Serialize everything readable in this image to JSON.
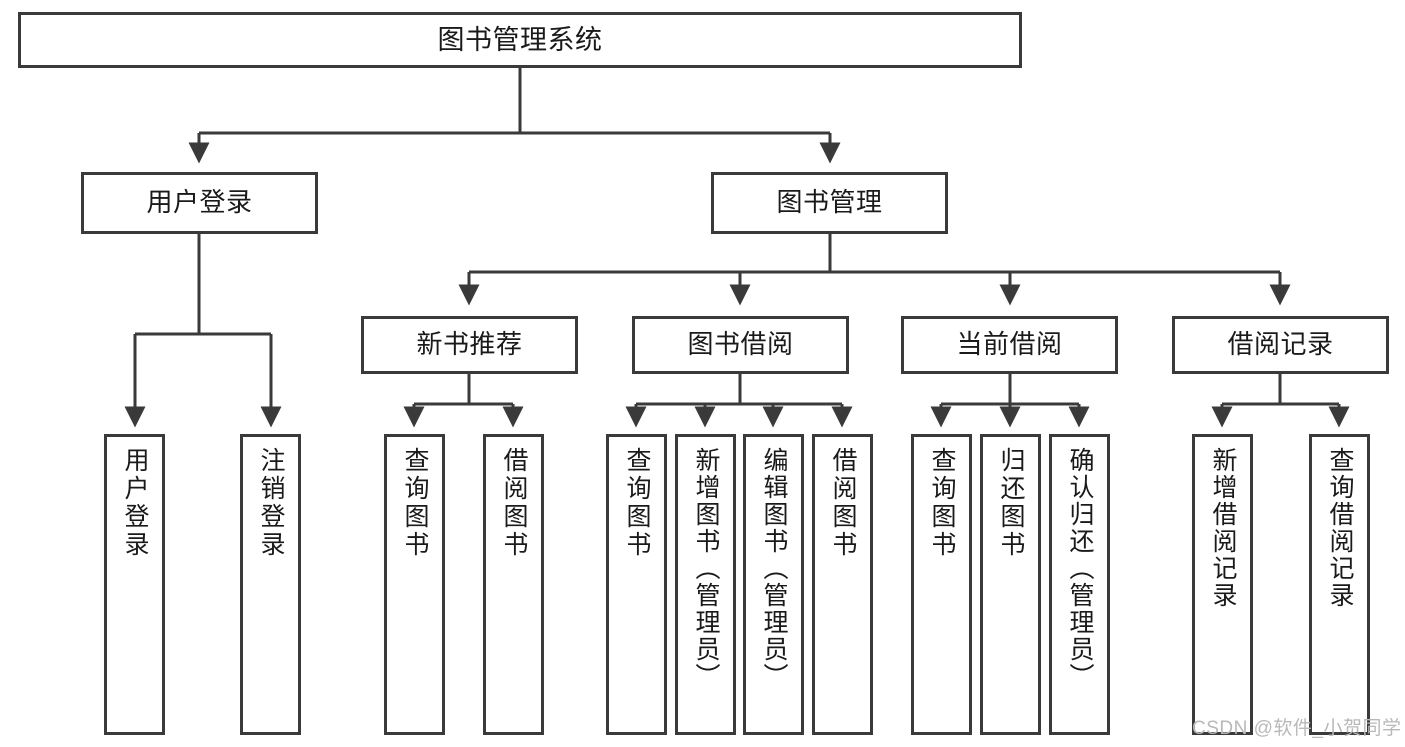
{
  "diagram": {
    "type": "tree-hierarchy",
    "title": "图书管理系统",
    "stroke_color": "#3a3a3a",
    "background_color": "#ffffff",
    "text_color": "#1a1a1a",
    "levels": [
      {
        "level": 1,
        "nodes": [
          {
            "id": "root",
            "label": "图书管理系统"
          }
        ]
      },
      {
        "level": 2,
        "nodes": [
          {
            "id": "l2a",
            "label": "用户登录",
            "parent": "root"
          },
          {
            "id": "l2b",
            "label": "图书管理",
            "parent": "root"
          }
        ]
      },
      {
        "level": 3,
        "nodes": [
          {
            "id": "l3a",
            "label": "新书推荐",
            "parent": "l2b"
          },
          {
            "id": "l3b",
            "label": "图书借阅",
            "parent": "l2b"
          },
          {
            "id": "l3c",
            "label": "当前借阅",
            "parent": "l2b"
          },
          {
            "id": "l3d",
            "label": "借阅记录",
            "parent": "l2b"
          }
        ]
      },
      {
        "level": 4,
        "nodes": [
          {
            "id": "n1",
            "label": "用户登录",
            "parent": "l2a"
          },
          {
            "id": "n2",
            "label": "注销登录",
            "parent": "l2a"
          },
          {
            "id": "n3",
            "label": "查询图书",
            "parent": "l3a"
          },
          {
            "id": "n4",
            "label": "借阅图书",
            "parent": "l3a"
          },
          {
            "id": "n5",
            "label": "查询图书",
            "parent": "l3b"
          },
          {
            "id": "n6",
            "label": "新增图书（管理员）",
            "parent": "l3b"
          },
          {
            "id": "n7",
            "label": "编辑图书（管理员）",
            "parent": "l3b"
          },
          {
            "id": "n8",
            "label": "借阅图书",
            "parent": "l3b"
          },
          {
            "id": "n9",
            "label": "查询图书",
            "parent": "l3c"
          },
          {
            "id": "n10",
            "label": "归还图书",
            "parent": "l3c"
          },
          {
            "id": "n11",
            "label": "确认归还（管理员）",
            "parent": "l3c"
          },
          {
            "id": "n12",
            "label": "新增借阅记录",
            "parent": "l3d"
          },
          {
            "id": "n13",
            "label": "查询借阅记录",
            "parent": "l3d"
          }
        ]
      }
    ]
  },
  "watermark": {
    "text": "CSDN @软件_小贺同学"
  }
}
